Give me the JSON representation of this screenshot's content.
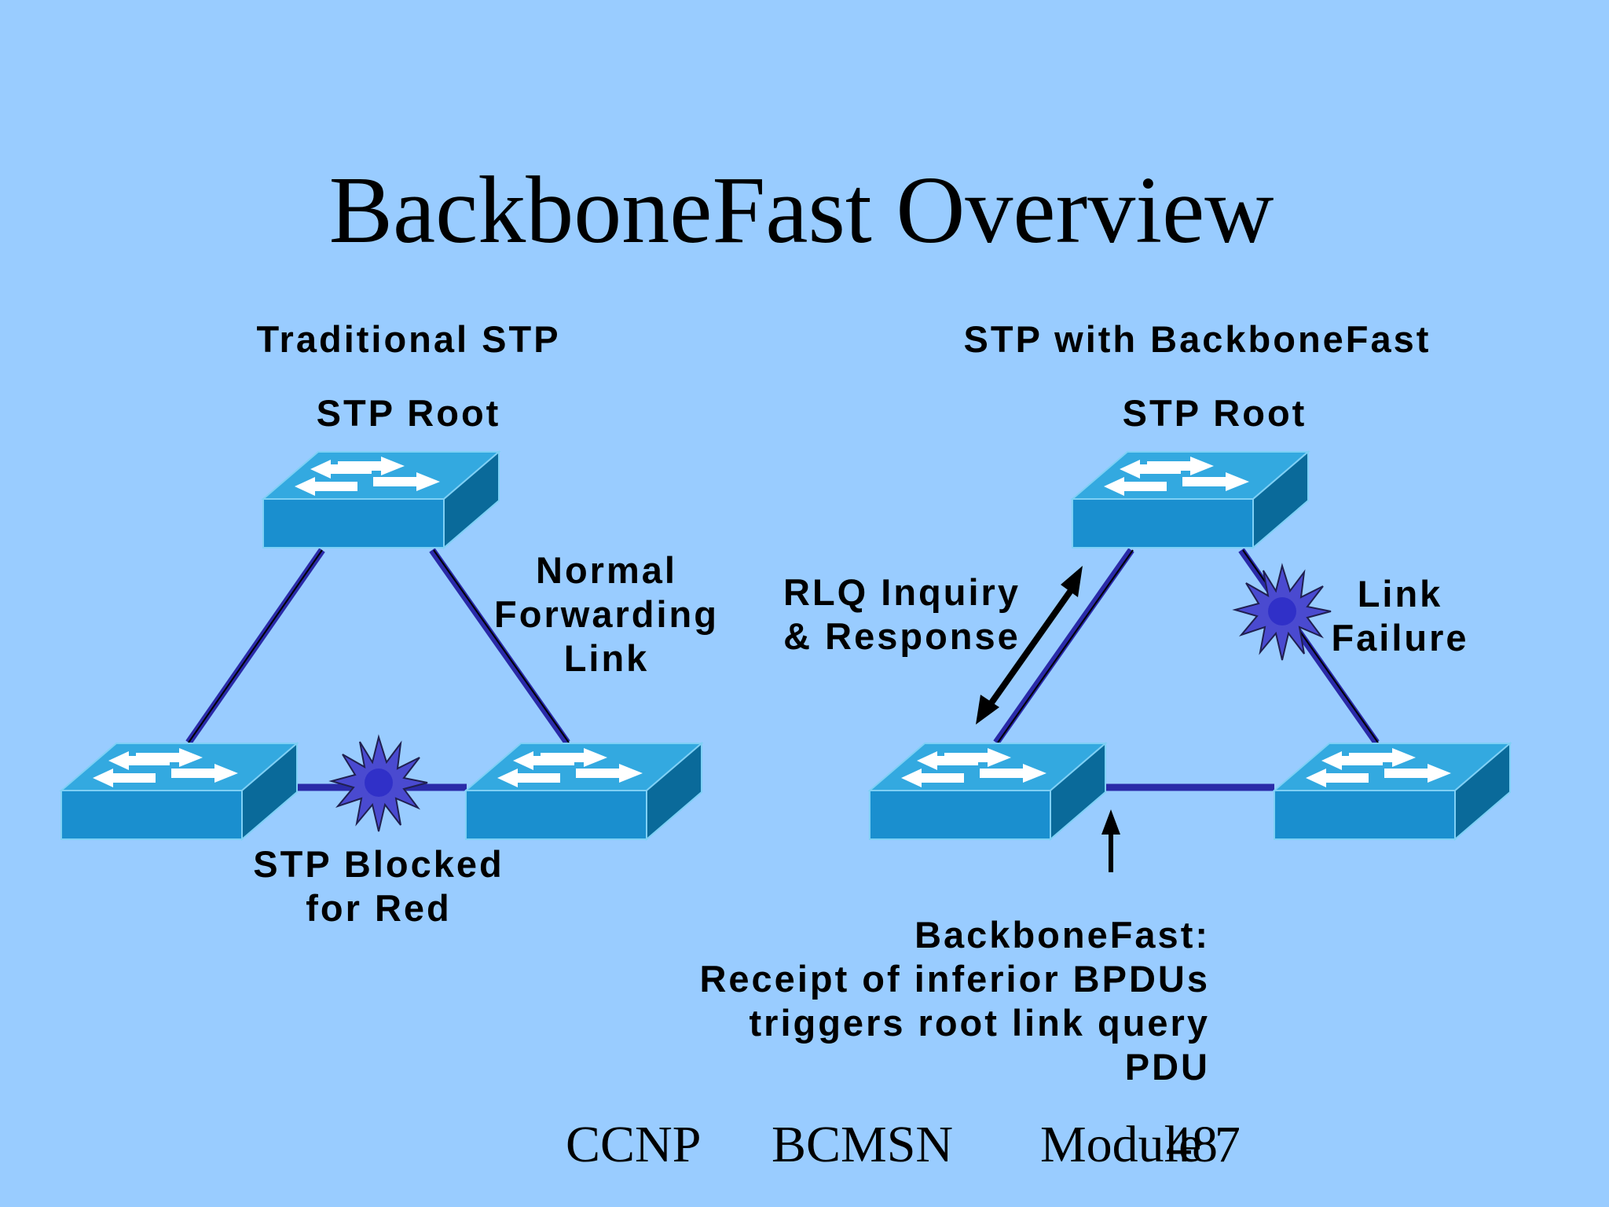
{
  "slide": {
    "title": "BackboneFast Overview",
    "left_panel": {
      "heading": "Traditional STP",
      "root_label": "STP Root",
      "normal_link_lines": [
        "Normal",
        "Forwarding",
        "Link"
      ],
      "blocked_lines": [
        "STP Blocked",
        "for Red"
      ]
    },
    "right_panel": {
      "heading": "STP with BackboneFast",
      "root_label": "STP Root",
      "rlq_lines": [
        "RLQ Inquiry",
        "& Response"
      ],
      "failure_lines": [
        "Link",
        "Failure"
      ],
      "note_lines": [
        "BackboneFast:",
        "Receipt of inferior BPDUs",
        "triggers root link query",
        "PDU"
      ]
    },
    "footer": {
      "course": "CCNP",
      "exam": "BCMSN",
      "module": "Module 7",
      "page": "48"
    }
  },
  "colors": {
    "background": "#99ccff",
    "switch_top": "#33a9e0",
    "switch_front": "#1a8fcf",
    "switch_side": "#0a6a9a",
    "link": "#2a2aa8",
    "burst": "#4040c0"
  },
  "icons": [
    "switch-icon",
    "burst-icon",
    "double-arrow-icon",
    "up-arrow-icon"
  ]
}
